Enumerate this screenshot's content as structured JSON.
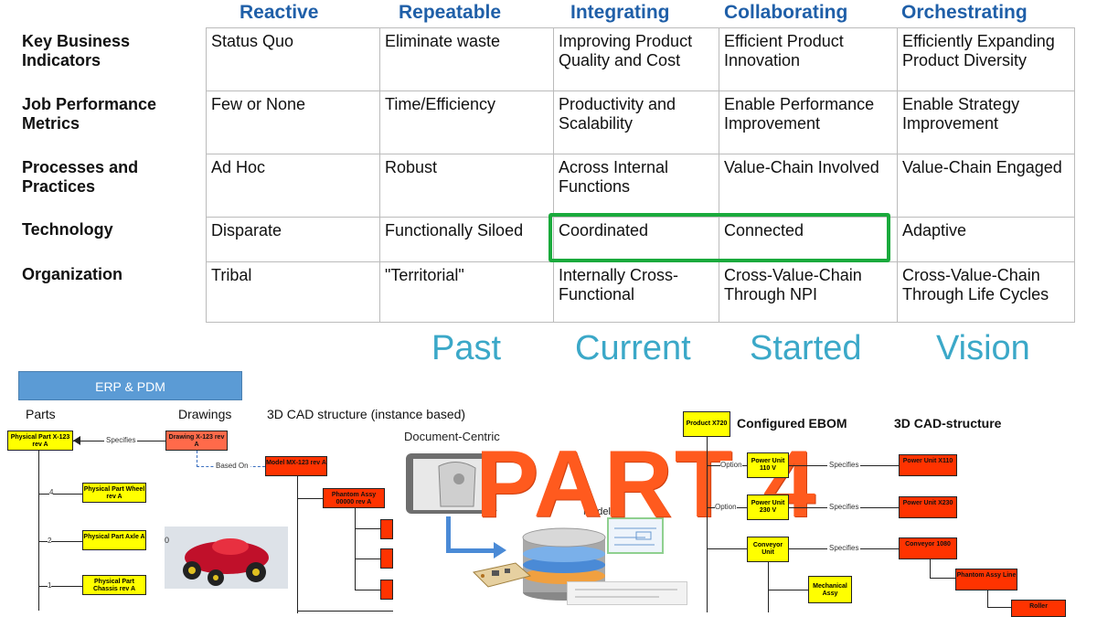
{
  "maturity": {
    "stages": [
      "Reactive",
      "Repeatable",
      "Integrating",
      "Collaborating",
      "Orchestrating"
    ],
    "rows": [
      {
        "label": "Key Business Indicators",
        "cells": [
          "Status Quo",
          "Eliminate waste",
          "Improving Product Quality and Cost",
          "Efficient Product Innovation",
          "Efficiently Expanding Product Diversity"
        ]
      },
      {
        "label": "Job Performance Metrics",
        "cells": [
          "Few or None",
          "Time/Efficiency",
          "Productivity and Scalability",
          "Enable Performance Improvement",
          "Enable Strategy Improvement"
        ]
      },
      {
        "label": "Processes and Practices",
        "cells": [
          "Ad Hoc",
          "Robust",
          "Across Internal Functions",
          "Value-Chain Involved",
          "Value-Chain Engaged"
        ]
      },
      {
        "label": "Technology",
        "cells": [
          "Disparate",
          "Functionally Siloed",
          "Coordinated",
          "Connected",
          "Adaptive"
        ]
      },
      {
        "label": "Organization",
        "cells": [
          "Tribal",
          "\"Territorial\"",
          "Internally Cross-Functional",
          "Cross-Value-Chain Through NPI",
          "Cross-Value-Chain Through Life Cycles"
        ]
      }
    ],
    "timeline": [
      "Past",
      "Current",
      "Started",
      "Vision"
    ],
    "highlight_color": "#1aaa3c",
    "stage_color": "#1f5fa8",
    "timeline_color": "#3ba8c8"
  },
  "left_diagram": {
    "banner": "ERP & PDM",
    "col_parts": "Parts",
    "col_drawings": "Drawings",
    "col_cad": "3D CAD structure (instance based)",
    "parts": [
      {
        "text": "Physical Part X-123 rev A",
        "qty": ""
      },
      {
        "text": "Physical Part Wheel rev A",
        "qty": "4"
      },
      {
        "text": "Physical Part Axle A",
        "qty": "2"
      },
      {
        "text": "Physical Part Chassis rev A",
        "qty": "1"
      }
    ],
    "drawing": "Drawing X-123 rev A",
    "specifies": "Specifies",
    "based_on": "Based On",
    "model": "Model MX-123 rev A",
    "phantom": "Phantom Assy 00000 rev A",
    "stray_label": "0"
  },
  "middle": {
    "doc_centric": "Document-Centric",
    "model_label": "Model",
    "part_title": "PART 4",
    "part_color": "#ff5a1e"
  },
  "right_diagram": {
    "product": "Product X720",
    "ebom_title": "Configured EBOM",
    "cad_title": "3D CAD-structure",
    "option_a": "Option",
    "option_b": "Option",
    "power110": "Power Unit 110 V",
    "power230": "Power Unit 230 V",
    "conveyor": "Conveyor Unit",
    "mech": "Mechanical Assy",
    "specifies": "Specifies",
    "cad_power110": "Power Unit X110",
    "cad_power230": "Power Unit X230",
    "cad_conveyor": "Conveyor 1080",
    "cad_phantom": "Phantom Assy Line",
    "cad_roller": "Roller"
  }
}
